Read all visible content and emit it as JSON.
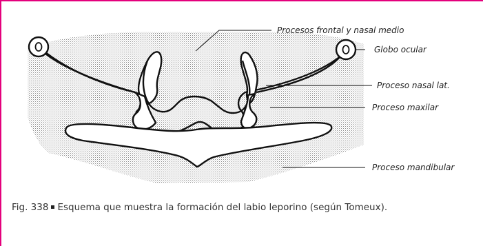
{
  "figure": {
    "labels": {
      "frontal": "Procesos frontal y nasal medio",
      "ocular": "Globo ocular",
      "nasal_lat": "Proceso nasal lat.",
      "maxilar": "Proceso maxilar",
      "mandibular": "Proceso mandibular"
    },
    "colors": {
      "frame": "#e4007c",
      "ink": "#111111",
      "stipple": "#9a9a9a"
    }
  },
  "caption": {
    "number": "Fig. 338",
    "text": "Esquema que muestra la formación del labio leporino (según Tomeux)."
  }
}
